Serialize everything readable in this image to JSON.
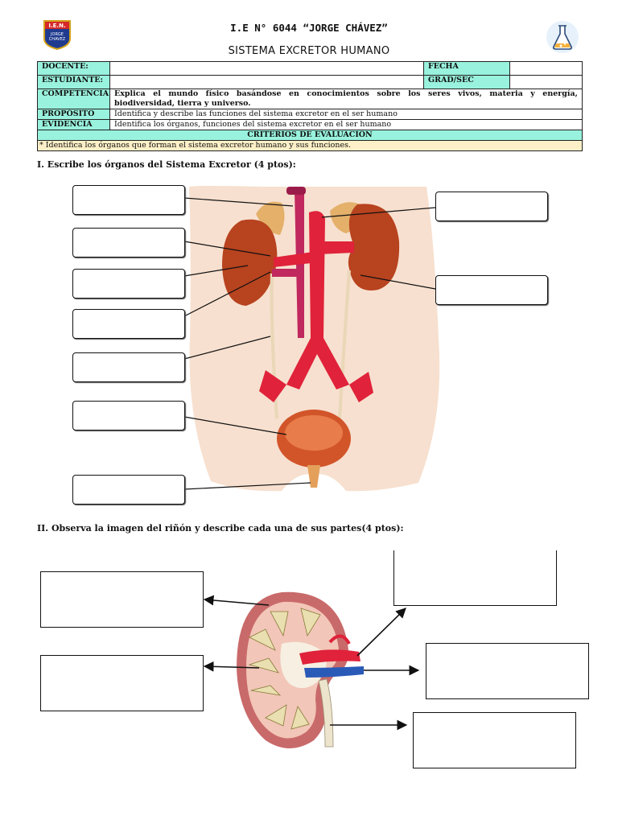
{
  "header": {
    "school": "I.E N° 6044 “JORGE CHÁVEZ”",
    "subject": "SISTEMA EXCRETOR HUMANO",
    "logo_text": [
      "I.E.N.",
      "JORGE",
      "CHAVEZ"
    ]
  },
  "info": {
    "docente_label": "DOCENTE:",
    "docente_value": "",
    "fecha_label": "FECHA",
    "fecha_value": "",
    "estudiante_label": "ESTUDIANTE:",
    "estudiante_value": "",
    "grad_label": "GRAD/SEC",
    "grad_value": "",
    "competencia_label": "COMPETENCIA",
    "competencia_line1": "Explica el mundo físico basándose en conocimientos sobre los seres vivos, materia y energía,",
    "competencia_line2": "biodiversidad, tierra y universo.",
    "proposito_label": "PROPÓSITO",
    "proposito_value": "Identifica y describe las funciones del sistema excretor en el ser humano",
    "evidencia_label": "EVIDENCIA",
    "evidencia_value": "Identifica los órganos, funciones del sistema excretor en el ser humano",
    "criterios_label": "CRITERIOS DE EVALUACIÓN",
    "criterio_1": "* Identifica los órganos que forman el sistema excretor humano y sus funciones."
  },
  "section1": {
    "title": "I.   Escribe los órganos del Sistema Excretor (4 ptos):"
  },
  "section2": {
    "title": "II. Observa la imagen del riñón y describe cada una de sus partes(4 ptos):"
  },
  "colors": {
    "accent": "#99f2dd",
    "cream": "#fdf0c8",
    "kidney": "#b8431f",
    "artery": "#e0223a",
    "vein": "#c0285e"
  }
}
